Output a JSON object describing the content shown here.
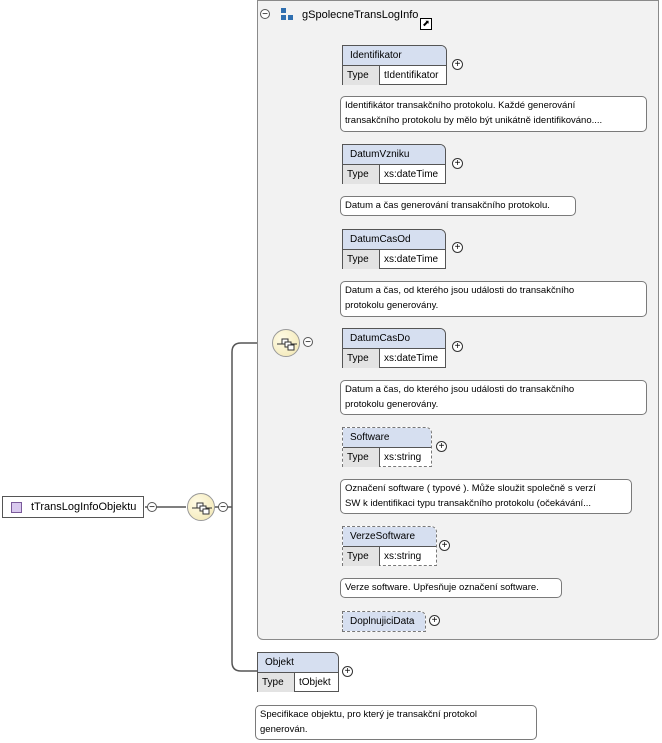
{
  "root": {
    "name": "tTransLogInfoObjektu"
  },
  "group": {
    "name": "gSpolecneTransLogInfo"
  },
  "type_label": "Type",
  "elements": [
    {
      "name": "Identifikator",
      "type": "tIdentifikator",
      "doc": "Identifikátor transakčního protokolu. Každé generování\ntransakčního protokolu by mělo být unikátně identifikováno...."
    },
    {
      "name": "DatumVzniku",
      "type": "xs:dateTime",
      "doc": "Datum a čas generování transakčního protokolu."
    },
    {
      "name": "DatumCasOd",
      "type": "xs:dateTime",
      "doc": "Datum a čas, od kterého jsou události do transakčního\nprotokolu generovány."
    },
    {
      "name": "DatumCasDo",
      "type": "xs:dateTime",
      "doc": "Datum a čas, do kterého jsou události do transakčního\nprotokolu generovány."
    },
    {
      "name": "Software",
      "type": "xs:string",
      "doc": "Označení software ( typové ). Může sloužit společně s verzí\nSW k identifikaci typu transakčního protokolu (očekávání..."
    },
    {
      "name": "VerzeSoftware",
      "type": "xs:string",
      "doc": "Verze software. Upřesňuje označení software."
    },
    {
      "name": "DoplnujiciData",
      "label": "DoplnujiciData"
    }
  ],
  "objekt": {
    "name": "Objekt",
    "type": "tObjekt",
    "doc": "Specifikace objektu, pro který je transakční protokol\ngenerován."
  },
  "symbols": {
    "plus": "+",
    "minus": "−",
    "ref": "⬈"
  },
  "colors": {
    "element_header": "#d6dff0",
    "group_bg": "#f2f2f2",
    "root_icon": "#d9c9ef"
  }
}
